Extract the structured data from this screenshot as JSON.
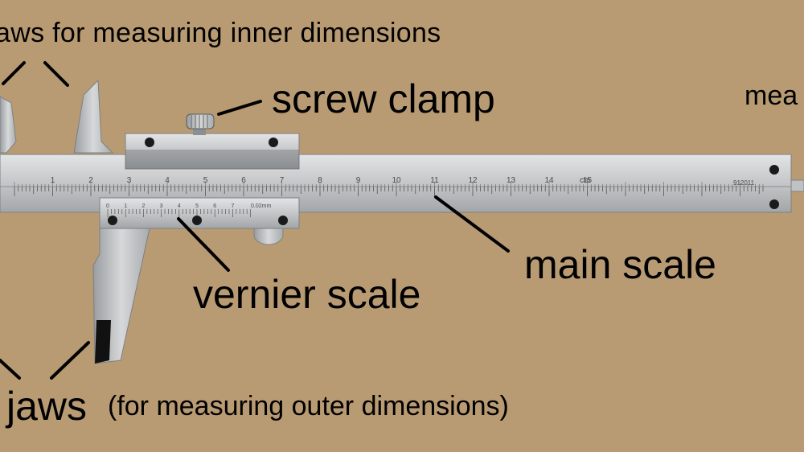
{
  "labels": {
    "inner_jaws": "aws for measuring inner dimensions",
    "screw_clamp": "screw clamp",
    "depth_cut": "mea",
    "main_scale": "main scale",
    "vernier_scale": "vernier scale",
    "outer_jaws_main": "jaws",
    "outer_jaws_note": "(for measuring outer dimensions)"
  },
  "main_scale": {
    "numbers": [
      "1",
      "2",
      "3",
      "4",
      "5",
      "6",
      "7",
      "8",
      "9",
      "10",
      "11",
      "12",
      "13",
      "14",
      "15"
    ],
    "unit": "cm",
    "serial": "912011"
  },
  "vernier": {
    "numbers": [
      "0",
      "1",
      "2",
      "3",
      "4",
      "5",
      "6",
      "7"
    ],
    "extra": "0.02mm"
  },
  "colors": {
    "background": "#b99b73",
    "steel": "#c9cbcd",
    "steel_dark": "#8f9294",
    "ink": "#000000"
  }
}
